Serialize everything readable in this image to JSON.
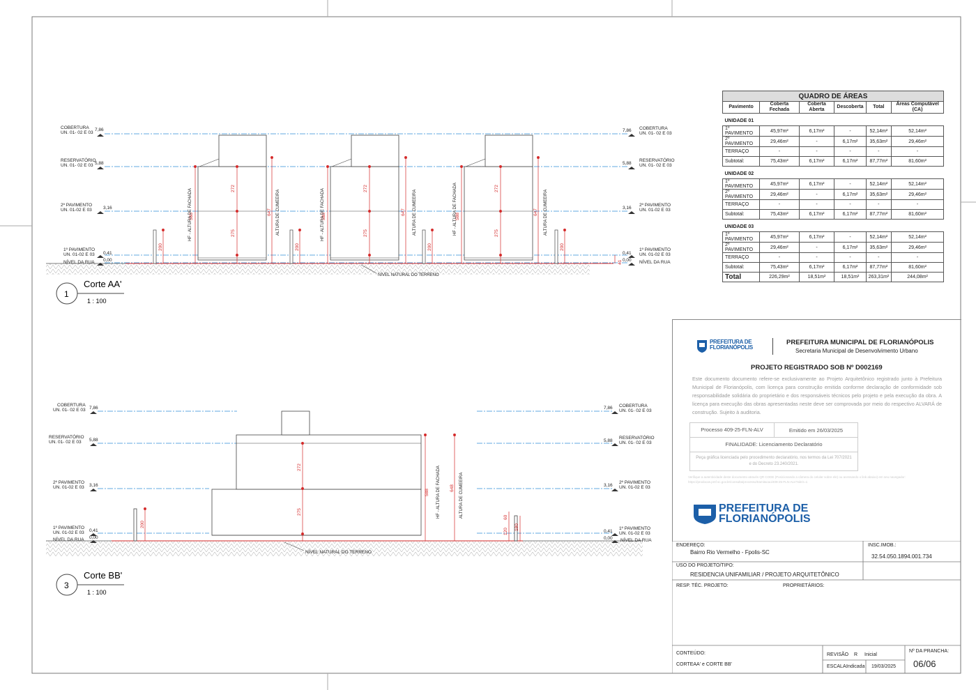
{
  "sections": [
    {
      "title": "Corte AA'",
      "number": "1",
      "scale": "1 : 100",
      "terrain_label": "NÍVEL NATURAL DO TERRENO"
    },
    {
      "title": "Corte BB'",
      "number": "3",
      "scale": "1 : 100",
      "terrain_label": "NÍVEL NATURAL DO TERRENO"
    }
  ],
  "levels": {
    "cobertura": {
      "name": "COBERTURA",
      "sub": "UN. 01- 02 E 03",
      "value": "7,86"
    },
    "reservatorio": {
      "name": "RESERVATÓRIO",
      "sub": "UN. 01- 02 E 03",
      "value": "5,88"
    },
    "pav2": {
      "name": "2º PAVIMENTO",
      "sub": "UN. 01-02 E 03",
      "value": "3,16"
    },
    "pav1": {
      "name": "1º PAVIMENTO",
      "sub": "UN. 01-02 E 03",
      "value": "0,41"
    },
    "rua": {
      "name": "NÍVEL DA RUA",
      "value": "0,00"
    }
  },
  "dims": {
    "d272": "272",
    "d275": "275",
    "d200": "200",
    "d588": "588",
    "d647": "647",
    "d648": "648",
    "d41": "41",
    "d60": "60",
    "d120": "120",
    "d180": "180",
    "hf": "HF - ALTURA DE FACHADA",
    "cumeeira": "ALTURA DE CUMEEIRA"
  },
  "areas": {
    "title": "QUADRO DE ÁREAS",
    "headers": [
      "Pavimento",
      "Coberta Fechada",
      "Coberta Aberta",
      "Descoberta",
      "Total",
      "Áreas Computável (CA)"
    ],
    "groups": [
      {
        "name": "UNIDADE 01",
        "rows": [
          [
            "1º PAVIMENTO",
            "45,97m²",
            "6,17m²",
            "-",
            "52,14m²",
            "52,14m²"
          ],
          [
            "2º PAVIMENTO",
            "29,46m²",
            "-",
            "6,17m²",
            "35,63m²",
            "29,46m²"
          ],
          [
            "TERRAÇO",
            "-",
            "-",
            "-",
            "-",
            "-"
          ],
          [
            "Subtotal:",
            "75,43m²",
            "6,17m²",
            "6,17m²",
            "87,77m²",
            "81,60m²"
          ]
        ]
      },
      {
        "name": "UNIDADE 02",
        "rows": [
          [
            "1º PAVIMENTO",
            "45,97m²",
            "6,17m²",
            "-",
            "52,14m²",
            "52,14m²"
          ],
          [
            "2º PAVIMENTO",
            "29,46m²",
            "-",
            "6,17m²",
            "35,63m²",
            "29,46m²"
          ],
          [
            "TERRAÇO",
            "-",
            "-",
            "-",
            "-",
            "-"
          ],
          [
            "Subtotal:",
            "75,43m²",
            "6,17m²",
            "6,17m²",
            "87,77m²",
            "81,60m²"
          ]
        ]
      },
      {
        "name": "UNIDADE 03",
        "rows": [
          [
            "1º PAVIMENTO",
            "45,97m²",
            "6,17m²",
            "-",
            "52,14m²",
            "52,14m²"
          ],
          [
            "2º PAVIMENTO",
            "29,46m²",
            "-",
            "6,17m²",
            "35,63m²",
            "29,46m²"
          ],
          [
            "TERRAÇO",
            "-",
            "-",
            "-",
            "-",
            "-"
          ],
          [
            "Subtotal:",
            "75,43m²",
            "6,17m²",
            "6,17m²",
            "87,77m²",
            "81,60m²"
          ]
        ]
      }
    ],
    "total": [
      "Total",
      "226,29m²",
      "18,51m²",
      "18,51m²",
      "263,31m²",
      "244,08m²"
    ]
  },
  "stamp": {
    "logo_text": "PREFEITURA DE FLORIANÓPOLIS",
    "org": "PREFEITURA MUNICIPAL DE FLORIANÓPOLIS",
    "dept": "Secretaria Municipal de Desenvolvimento Urbano",
    "registered": "PROJETO REGISTRADO SOB Nº D002169",
    "body": "Este documento documento refere-se exclusivamente ao Projeto Arquitetônico registrado junto à Prefeitura Municipal de Florianópolis, com licença para construção emitida conforme declaração de conformidade sob responsabilidade solidária do proprietário e dos responsáveis técnicos pelo projeto e pela execução da obra. A licença para execução das obras apresentadas neste deve ser comprovada por meio do respectivo ALVARÁ de construção. Sujeito à auditoria.",
    "processo": "Processo 409-25-FLN-ALV",
    "emitido": "Emitido em 26/03/2025",
    "finalidade": "FINALIDADE: Licenciamento Declaratório",
    "peca": "Peça gráfica licenciada pelo procedimento declaratório, nos termos da Lei 707/2021 e do Decreto 23.240/2021.",
    "verify": "Verifique a autenticidade deste documento através QR CODE (Posicionando a câmera do celular sobre ele) ou acessando o link abaixo) em seu navegador: https://prodocas.pmf.sc.gov.br/consulta/processo/tramitacao/409-25-FLN-ALV?abrir=1"
  },
  "titleblock": {
    "endereco_label": "ENDEREÇO:",
    "endereco": "Bairro Rio Vermelho - Fpolis-SC",
    "insc_label": "INSC.IMOB.:",
    "insc": "32.54.050.1894.001.734",
    "uso_label": "USO DO PROJETO/TIPO:",
    "uso": "RESIDENCIA UNIFAMILIAR / PROJETO ARQUITETÔNICO",
    "resp_label": "RESP. TÉC. PROJETO:",
    "prop_label": "PROPRIETÁRIOS:",
    "conteudo_label": "CONTEÚDO:",
    "conteudo": "CORTEAA' e CORTE BB'",
    "revisao_label": "REVISÃO",
    "revisao": "R",
    "revisao_desc": "Inicial",
    "escala_label": "ESCALA:",
    "escala": "Indicada",
    "data": "19/03/2025",
    "prancha_label": "Nº DA PRANCHA:",
    "prancha": "06/06"
  },
  "colors": {
    "red": "#d42a2a",
    "blue": "#2c8fd6",
    "line": "#444"
  }
}
